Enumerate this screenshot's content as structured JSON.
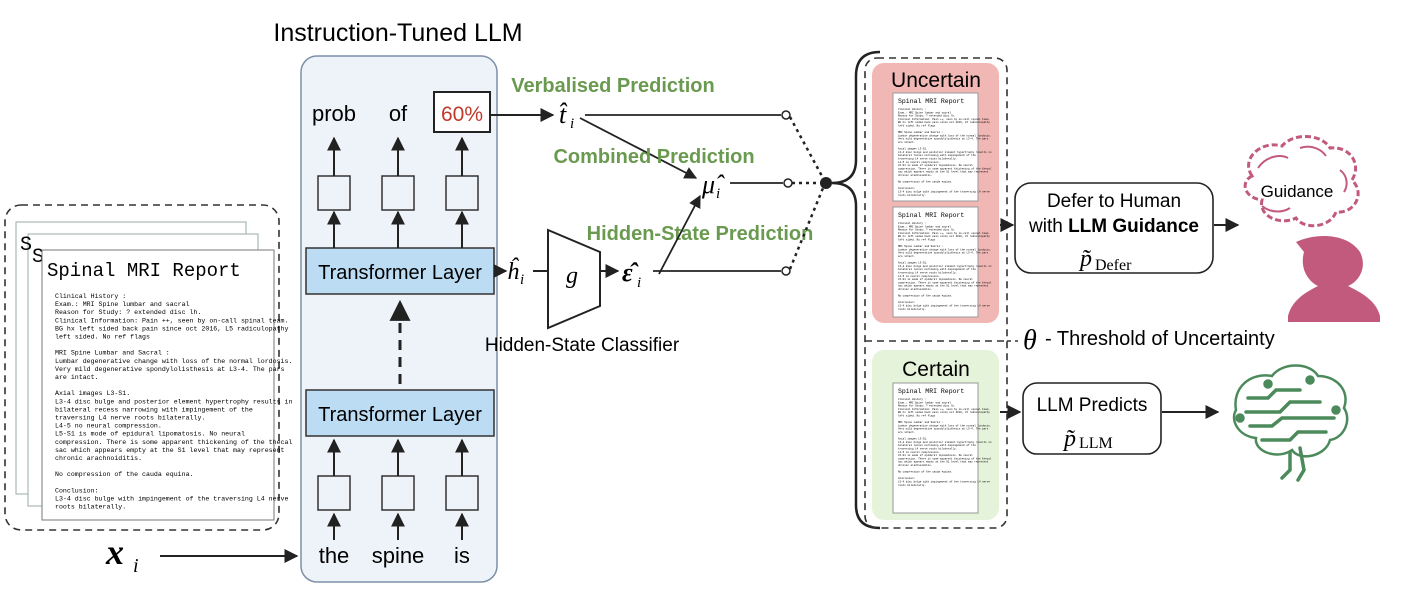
{
  "llm": {
    "title": "Instruction-Tuned LLM",
    "output_tokens": [
      "prob",
      "of",
      "60%"
    ],
    "input_tokens": [
      "the",
      "spine",
      "is"
    ],
    "layers": [
      "Transformer Layer",
      "Transformer Layer"
    ]
  },
  "document": {
    "title": "Spinal MRI Report",
    "back_title": "S",
    "lines": [
      "Clinical History :",
      "Exam.: MRI Spine lumbar and sacral",
      "Reason for Study: ? extended disc lh.",
      "Clinical Information: Pain ++, seen by on-call spinal team.",
      "BG hx left sided back pain since oct 2016, L5 radiculopathy",
      "left sided. No ref flags",
      "",
      "MRI Spine Lumbar and Sacral :",
      "Lumbar degenerative change with loss of the normal lordosis.",
      "Very mild degenerative spondylolisthesis at L3-4. The pars",
      "are intact.",
      "",
      "Axial images L3-S1.",
      "L3-4 disc bulge and posterior element hypertrophy results in",
      "bilateral recess narrowing with impingement of the",
      "traversing L4 nerve roots bilaterally.",
      "L4-5 no neural compression.",
      "L5-S1 is mode of epidural lipomatosis. No neural",
      "compression. There is some apparent thickening of the thecal",
      "sac which appears empty at the S1 level that may represent",
      "chronic arachnoiditis.",
      "",
      "No compression of the cauda equina.",
      "",
      "Conclusion:",
      "L3-4 disc bulge with impingement of the traversing L4 nerve",
      "roots bilaterally."
    ],
    "input_symbol": "x",
    "input_subscript": "i"
  },
  "predictions": {
    "verbalised_label": "Verbalised Prediction",
    "combined_label": "Combined Prediction",
    "hidden_label": "Hidden-State Prediction",
    "t_hat": "t̂",
    "mu_hat": "μ̂",
    "h_hat": "ĥ",
    "eps_hat": "ε̂",
    "sub_i": "i",
    "classifier_symbol": "g",
    "classifier_label": "Hidden-State Classifier"
  },
  "routing": {
    "uncertain_label": "Uncertain",
    "certain_label": "Certain",
    "threshold_symbol": "θ",
    "threshold_label": "- Threshold of Uncertainty",
    "defer_line1": "Defer to Human",
    "defer_line2_pre": "with ",
    "defer_line2_bold": "LLM Guidance",
    "defer_formula_p": "p̃",
    "defer_formula_sub": "Defer",
    "llm_predicts": "LLM Predicts",
    "llm_formula_p": "p̃",
    "llm_formula_sub": "LLM",
    "guidance_label": "Guidance"
  },
  "colors": {
    "accent_green": "#6a9a4f",
    "layer_blue": "#bcdcf4",
    "llm_panel": "#eef3f9",
    "uncertain_bg": "#f1b7b5",
    "certain_bg": "#e4f3da",
    "percent_red": "#c0392b",
    "human_pink": "#c25a7e",
    "brain_green": "#4c8a5c"
  }
}
